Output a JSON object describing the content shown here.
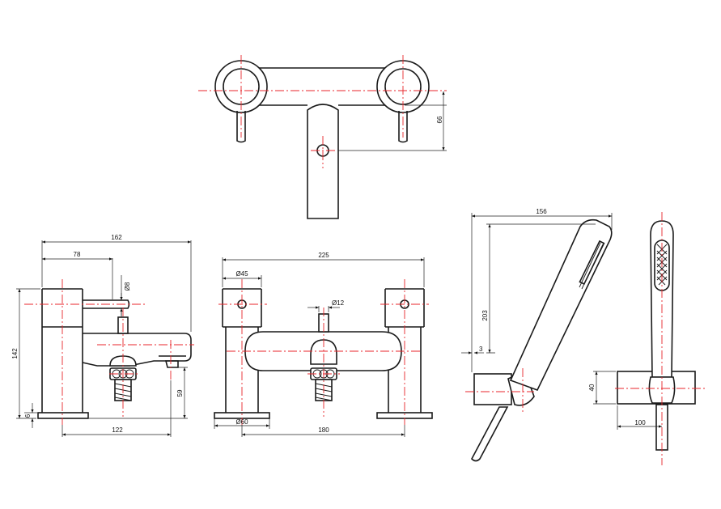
{
  "dimensions": {
    "top_height": "66",
    "side_total_width": "162",
    "side_lever_width": "78",
    "side_lever_dia": "Ø8",
    "side_height": "142",
    "side_base_thickness": "6",
    "side_spout_height": "59",
    "side_spout_reach": "122",
    "front_total_width": "225",
    "front_handle_dia": "Ø45",
    "front_diverter_dia": "Ø12",
    "front_base_dia": "Ø60",
    "front_centres": "180",
    "shower_width": "156",
    "shower_height": "203",
    "shower_offset": "3",
    "holder_height": "40",
    "holder_projection": "100"
  }
}
